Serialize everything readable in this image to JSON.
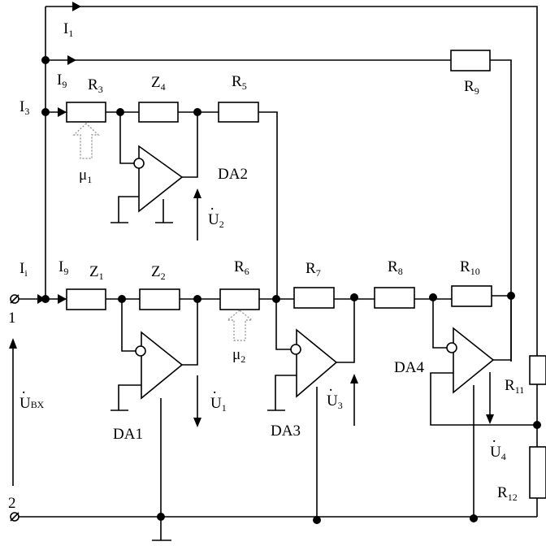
{
  "labels": {
    "I1": {
      "main": "I",
      "sub": "1"
    },
    "I9_top": {
      "main": "I",
      "sub": "9"
    },
    "I3": {
      "main": "I",
      "sub": "3"
    },
    "Ii": {
      "main": "I",
      "sub": "i"
    },
    "I9_bot": {
      "main": "I",
      "sub": "9"
    },
    "R3": {
      "main": "R",
      "sub": "3"
    },
    "Z4": {
      "main": "Z",
      "sub": "4"
    },
    "R5": {
      "main": "R",
      "sub": "5"
    },
    "R9": {
      "main": "R",
      "sub": "9"
    },
    "mu1": {
      "main": "μ",
      "sub": "1"
    },
    "DA2": {
      "main": "DA2"
    },
    "U2": {
      "main": "U",
      "sub": "2"
    },
    "Z1": {
      "main": "Z",
      "sub": "1"
    },
    "Z2": {
      "main": "Z",
      "sub": "2"
    },
    "R6": {
      "main": "R",
      "sub": "6"
    },
    "R7": {
      "main": "R",
      "sub": "7"
    },
    "R8": {
      "main": "R",
      "sub": "8"
    },
    "R10": {
      "main": "R",
      "sub": "10"
    },
    "mu2": {
      "main": "μ",
      "sub": "2"
    },
    "DA1": {
      "main": "DA1"
    },
    "U1": {
      "main": "U",
      "sub": "1"
    },
    "DA3": {
      "main": "DA3"
    },
    "U3": {
      "main": "U",
      "sub": "3"
    },
    "DA4": {
      "main": "DA4"
    },
    "U4": {
      "main": "U",
      "sub": "4"
    },
    "R11": {
      "main": "R",
      "sub": "11"
    },
    "R12": {
      "main": "R",
      "sub": "12"
    },
    "Uvx": {
      "main": "U",
      "sub": "ВХ"
    },
    "node1": {
      "main": "1"
    },
    "node2": {
      "main": "2"
    }
  }
}
